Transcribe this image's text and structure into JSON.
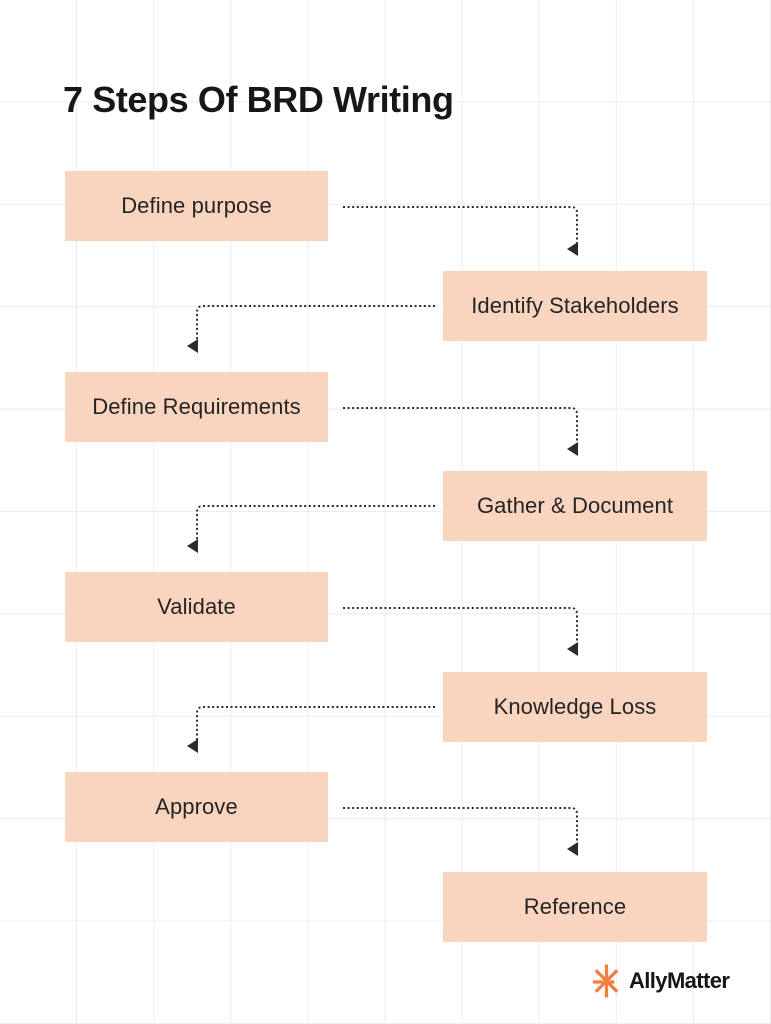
{
  "title": "7 Steps Of BRD Writing",
  "steps": [
    {
      "label": "Define purpose"
    },
    {
      "label": "Identify Stakeholders"
    },
    {
      "label": "Define Requirements"
    },
    {
      "label": "Gather & Document"
    },
    {
      "label": "Validate"
    },
    {
      "label": "Knowledge Loss"
    },
    {
      "label": "Approve"
    },
    {
      "label": "Reference"
    }
  ],
  "flow_order": [
    "Define purpose",
    "Identify Stakeholders",
    "Define Requirements",
    "Gather & Document",
    "Validate",
    "Knowledge Loss",
    "Approve",
    "Reference"
  ],
  "logo": {
    "text": "AllyMatter",
    "icon": "starburst-icon",
    "icon_color": "#EC8142"
  },
  "colors": {
    "background": "#FFFFFF",
    "grid_line": "#ECECEC",
    "box_fill": "#F9D4BF",
    "title_text": "#171717",
    "box_text": "#242424",
    "arrow": "#2B2B2B"
  }
}
